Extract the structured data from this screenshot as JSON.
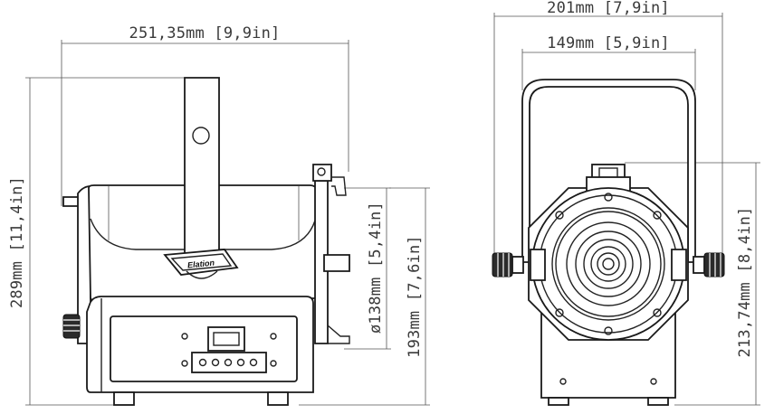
{
  "dimensions": {
    "side_width": "251,35mm [9,9in]",
    "side_height": "289mm [11,4in]",
    "lens_diameter": "ø138mm [5,4in]",
    "body_height": "193mm [7,6in]",
    "front_width": "201mm [7,9in]",
    "yoke_width": "149mm [5,9in]",
    "front_height": "213,74mm [8,4in]"
  },
  "logo": {
    "text": "Elation"
  },
  "colors": {
    "line": "#1a1a1a",
    "dimension_text": "#3a3a3a",
    "knob": "#2b2b2b"
  }
}
